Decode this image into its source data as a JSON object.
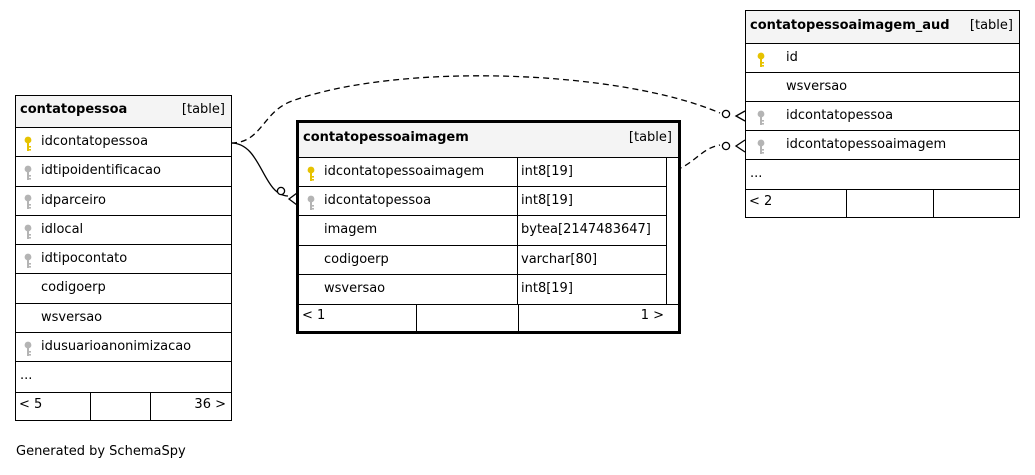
{
  "diagram": {
    "tables": {
      "contatopessoa": {
        "name": "contatopessoa",
        "kind": "[table]",
        "columns": [
          {
            "name": "idcontatopessoa",
            "key": "primary"
          },
          {
            "name": "idtipoidentificacao",
            "key": "foreign"
          },
          {
            "name": "idparceiro",
            "key": "foreign"
          },
          {
            "name": "idlocal",
            "key": "foreign"
          },
          {
            "name": "idtipocontato",
            "key": "foreign"
          },
          {
            "name": "codigoerp",
            "key": "none"
          },
          {
            "name": "wsversao",
            "key": "none"
          },
          {
            "name": "idusuarioanonimizacao",
            "key": "foreign"
          },
          {
            "name": "...",
            "key": "none"
          }
        ],
        "footer": {
          "parents": "< 5",
          "middle": "",
          "children": "36 >"
        }
      },
      "contatopessoaimagem": {
        "name": "contatopessoaimagem",
        "kind": "[table]",
        "columns": [
          {
            "name": "idcontatopessoaimagem",
            "type": "int8[19]",
            "key": "primary"
          },
          {
            "name": "idcontatopessoa",
            "type": "int8[19]",
            "key": "foreign"
          },
          {
            "name": "imagem",
            "type": "bytea[2147483647]",
            "key": "none"
          },
          {
            "name": "codigoerp",
            "type": "varchar[80]",
            "key": "none"
          },
          {
            "name": "wsversao",
            "type": "int8[19]",
            "key": "none"
          }
        ],
        "footer": {
          "parents": "< 1",
          "middle": "",
          "children": "1 >"
        }
      },
      "contatopessoaimagem_aud": {
        "name": "contatopessoaimagem_aud",
        "kind": "[table]",
        "columns": [
          {
            "name": "id",
            "key": "primary"
          },
          {
            "name": "wsversao",
            "key": "none"
          },
          {
            "name": "idcontatopessoa",
            "key": "foreign"
          },
          {
            "name": "idcontatopessoaimagem",
            "key": "foreign"
          },
          {
            "name": "...",
            "key": "none"
          }
        ],
        "footer": {
          "parents": "< 2",
          "middle": "",
          "children": ""
        }
      }
    },
    "colors": {
      "primary_key": "#e6c200",
      "foreign_key": "#b4b4b4",
      "header_bg": "#f4f4f4",
      "line": "#000000"
    }
  },
  "generated_by": "Generated by SchemaSpy"
}
